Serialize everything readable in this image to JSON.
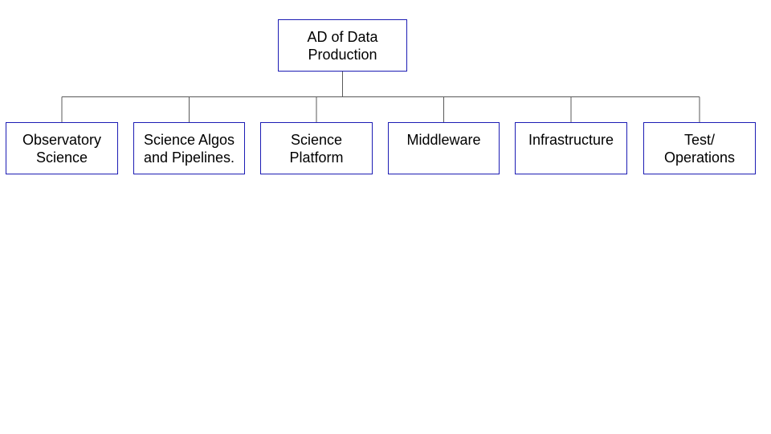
{
  "diagram": {
    "root": {
      "label": "AD of  Data\nProduction"
    },
    "children": [
      {
        "label": "Observatory\nScience"
      },
      {
        "label": "Science Algos\nand Pipelines."
      },
      {
        "label": "Science\nPlatform"
      },
      {
        "label": "Middleware"
      },
      {
        "label": "Infrastructure"
      },
      {
        "label": "Test/\nOperations"
      }
    ],
    "colors": {
      "box_border": "#1c1cb4",
      "connector": "#595959",
      "background": "#ffffff",
      "text": "#000000"
    }
  }
}
